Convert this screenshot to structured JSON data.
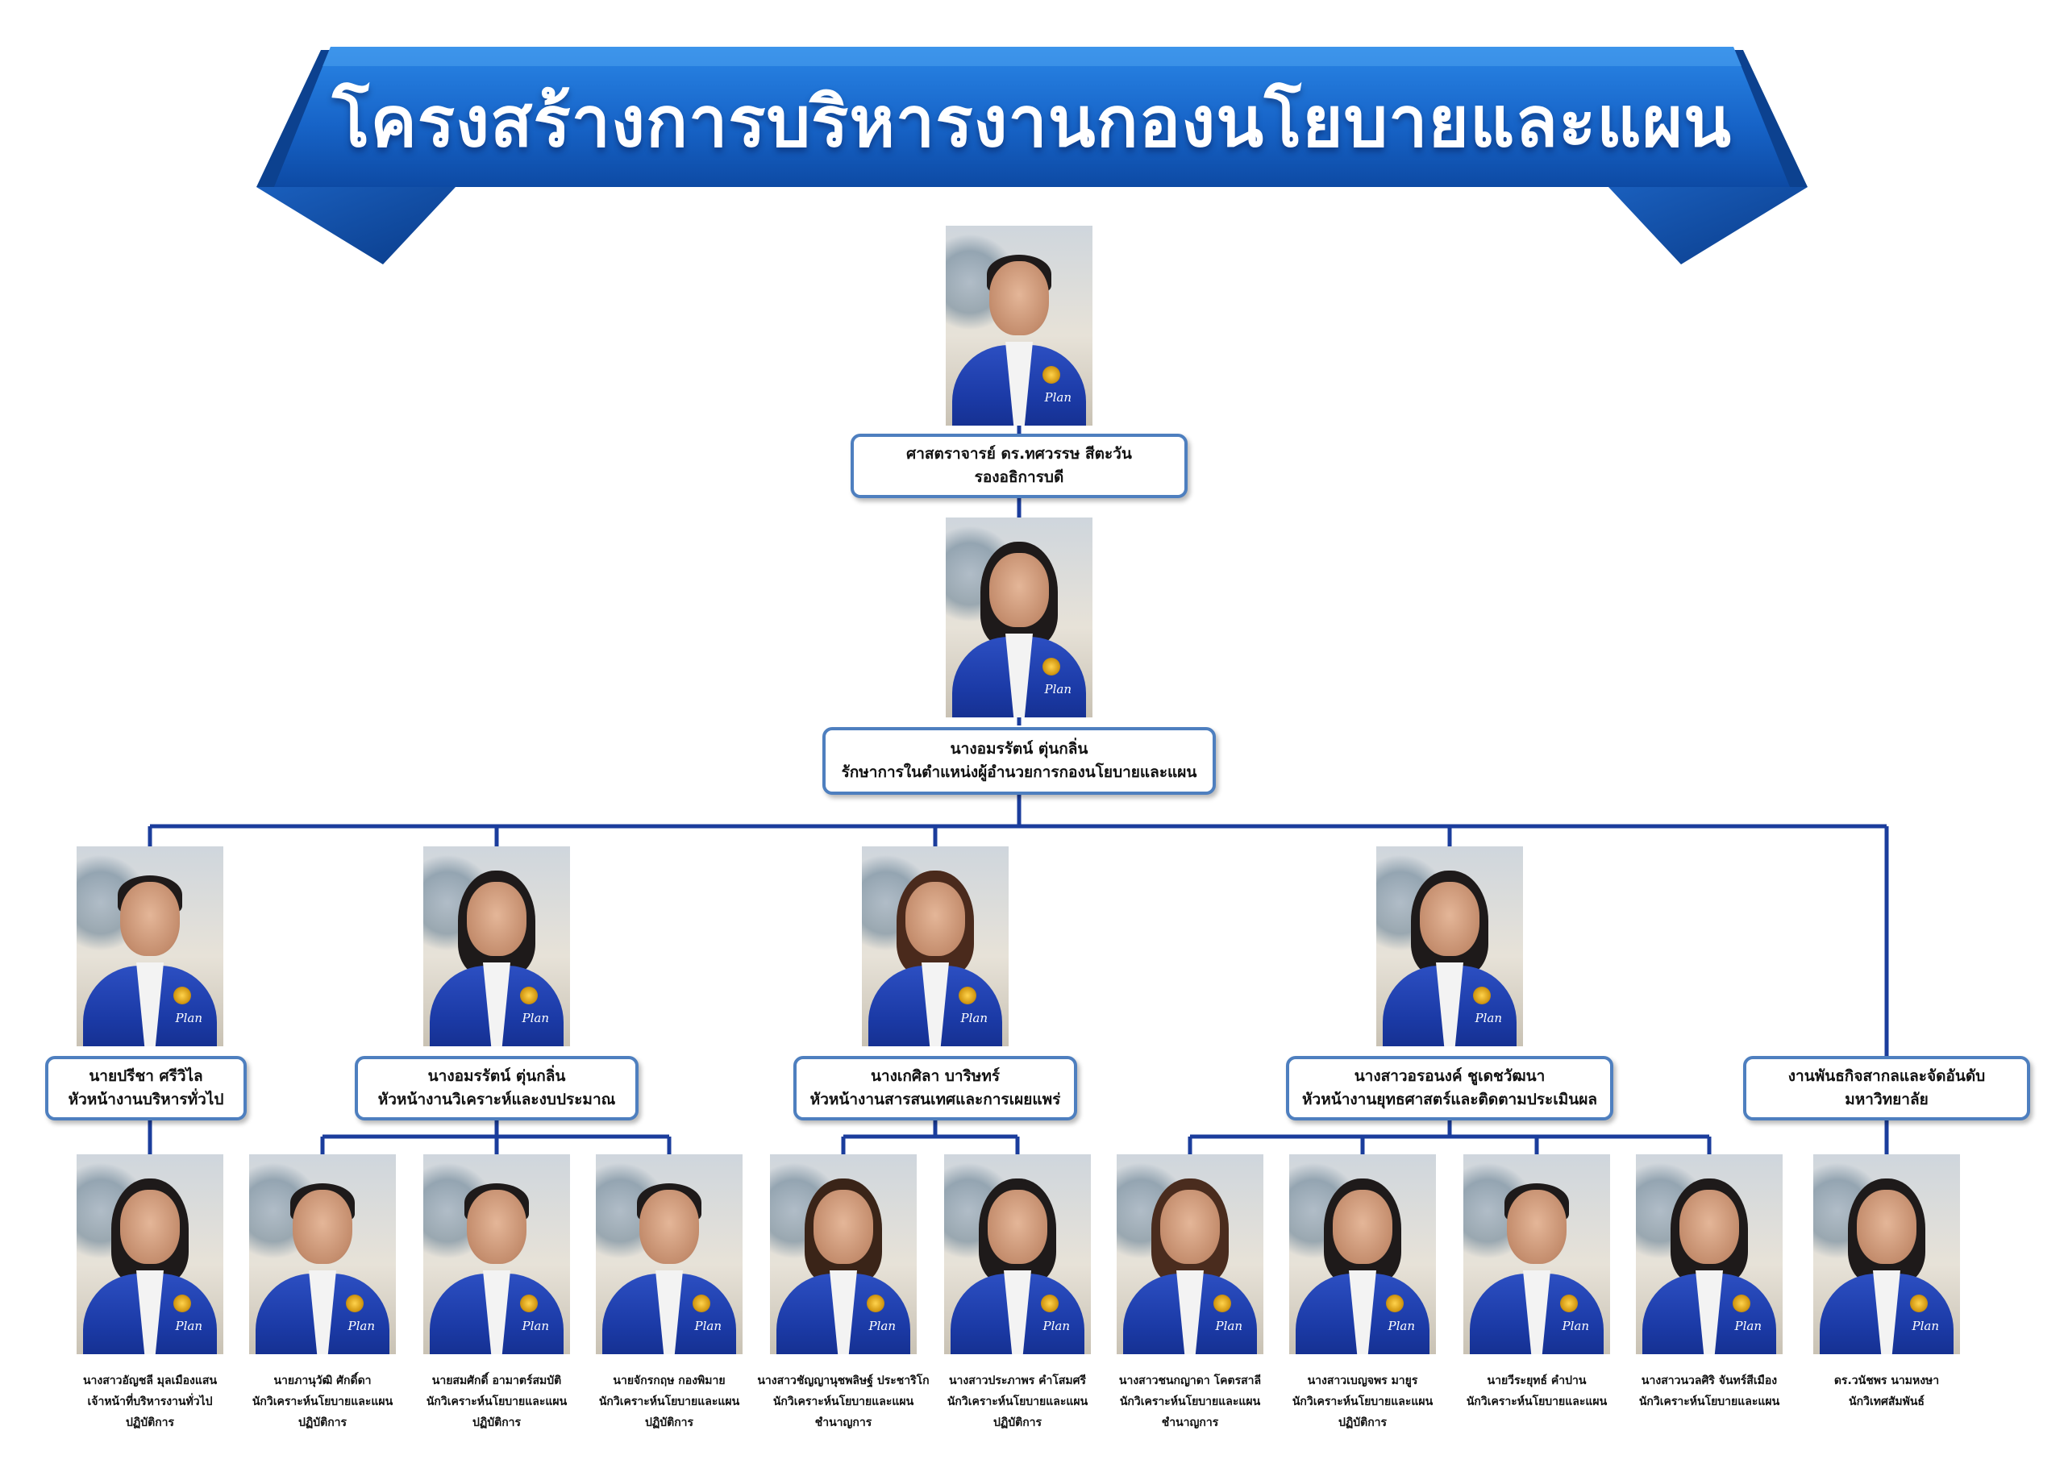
{
  "title": "โครงสร้างการบริหารงานกองนโยบายและแผน",
  "colors": {
    "banner": "#1f6ed1",
    "banner_dark": "#0b3f91",
    "line": "#1b3d9c",
    "box_border": "#4e7fbf",
    "jacket": "#1b3aa6"
  },
  "jacket_text": "Plan",
  "head": {
    "name": "ศาสตราจารย์ ดร.ทศวรรษ  สีตะวัน",
    "position": "รองอธิการบดี"
  },
  "director": {
    "name": "นางอมรรัตน์   ตุ่นกลิ่น",
    "position": "รักษาการในตำแหน่งผู้อำนวยการกองนโยบายและแผน"
  },
  "sections": [
    {
      "name": "นายปรีชา    ศรีวิไล",
      "position": "หัวหน้างานบริหารทั่วไป"
    },
    {
      "name": "นางอมรรัตน์   ตุ่นกลิ่น",
      "position": "หัวหน้างานวิเคราะห์และงบประมาณ"
    },
    {
      "name": "นางเกศิลา    บาริษทร์",
      "position": "หัวหน้างานสารสนเทศและการเผยแพร่"
    },
    {
      "name": "นางสาวอรอนงค์  ชูเดชวัฒนา",
      "position": "หัวหน้างานยุทธศาสตร์และติดตามประเมินผล"
    },
    {
      "name": "งานพันธกิจสากลและจัดอันดับ",
      "position": "มหาวิทยาลัย"
    }
  ],
  "staff": [
    {
      "name": "นางสาวอัญชลี   มุลเมืองแสน",
      "position": "เจ้าหน้าที่บริหารงานทั่วไป",
      "level": "ปฏิบัติการ"
    },
    {
      "name": "นายภานุวัฒิ   ศักดิ์ดา",
      "position": "นักวิเคราะห์นโยบายและแผน",
      "level": "ปฏิบัติการ"
    },
    {
      "name": "นายสมศักดิ์   อามาตร์สมบัติ",
      "position": "นักวิเคราะห์นโยบายและแผน",
      "level": "ปฏิบัติการ"
    },
    {
      "name": "นายจักรกฤษ  กองพิมาย",
      "position": "นักวิเคราะห์นโยบายและแผน",
      "level": "ปฏิบัติการ"
    },
    {
      "name": "นางสาวชัญญานุชพลิษฐ์  ประชาริโก",
      "position": "นักวิเคราะห์นโยบายและแผน",
      "level": "ชำนาญการ"
    },
    {
      "name": "นางสาวประภาพร   คำโสมศรี",
      "position": "นักวิเคราะห์นโยบายและแผน",
      "level": "ปฏิบัติการ"
    },
    {
      "name": "นางสาวชนกญาดา   โคตรสาลี",
      "position": "นักวิเคราะห์นโยบายและแผน",
      "level": "ชำนาญการ"
    },
    {
      "name": "นางสาวเบญจพร  มายูร",
      "position": "นักวิเคราะห์นโยบายและแผน",
      "level": "ปฏิบัติการ"
    },
    {
      "name": "นายวีระยุทธ์  คำปาน",
      "position": "นักวิเคราะห์นโยบายและแผน",
      "level": ""
    },
    {
      "name": "นางสาวนวลศิริ  จันทร์สีเมือง",
      "position": "นักวิเคราะห์นโยบายและแผน",
      "level": ""
    },
    {
      "name": "ดร.วนัชพร  นามหงษา",
      "position": "นักวิเทศสัมพันธ์",
      "level": ""
    }
  ]
}
